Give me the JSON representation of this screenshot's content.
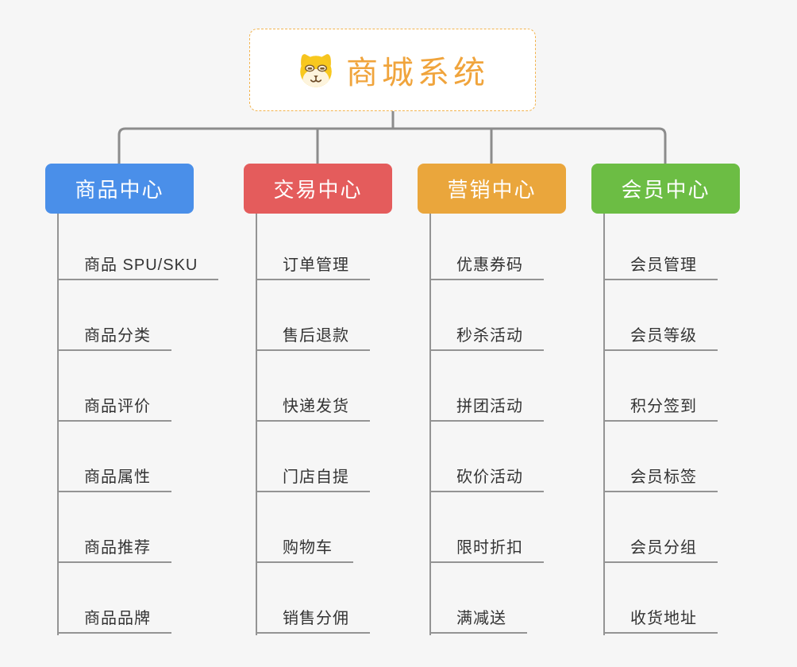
{
  "root": {
    "title": "商城系统",
    "icon": "dog-face-icon"
  },
  "branches": [
    {
      "label": "商品中心",
      "color": "#4a8fe9",
      "children": [
        "商品 SPU/SKU",
        "商品分类",
        "商品评价",
        "商品属性",
        "商品推荐",
        "商品品牌"
      ]
    },
    {
      "label": "交易中心",
      "color": "#e45c5c",
      "children": [
        "订单管理",
        "售后退款",
        "快递发货",
        "门店自提",
        "购物车",
        "销售分佣"
      ]
    },
    {
      "label": "营销中心",
      "color": "#eaa63c",
      "children": [
        "优惠券码",
        "秒杀活动",
        "拼团活动",
        "砍价活动",
        "限时折扣",
        "满减送"
      ]
    },
    {
      "label": "会员中心",
      "color": "#6cbd44",
      "children": [
        "会员管理",
        "会员等级",
        "积分签到",
        "会员标签",
        "会员分组",
        "收货地址"
      ]
    }
  ],
  "colors": {
    "page_bg": "#f6f6f6",
    "connector_line": "#8c8c8c",
    "branch_line": "#949494",
    "item_text": "#333333",
    "root_title": "#f0a43c",
    "root_border": "#f2b450"
  }
}
